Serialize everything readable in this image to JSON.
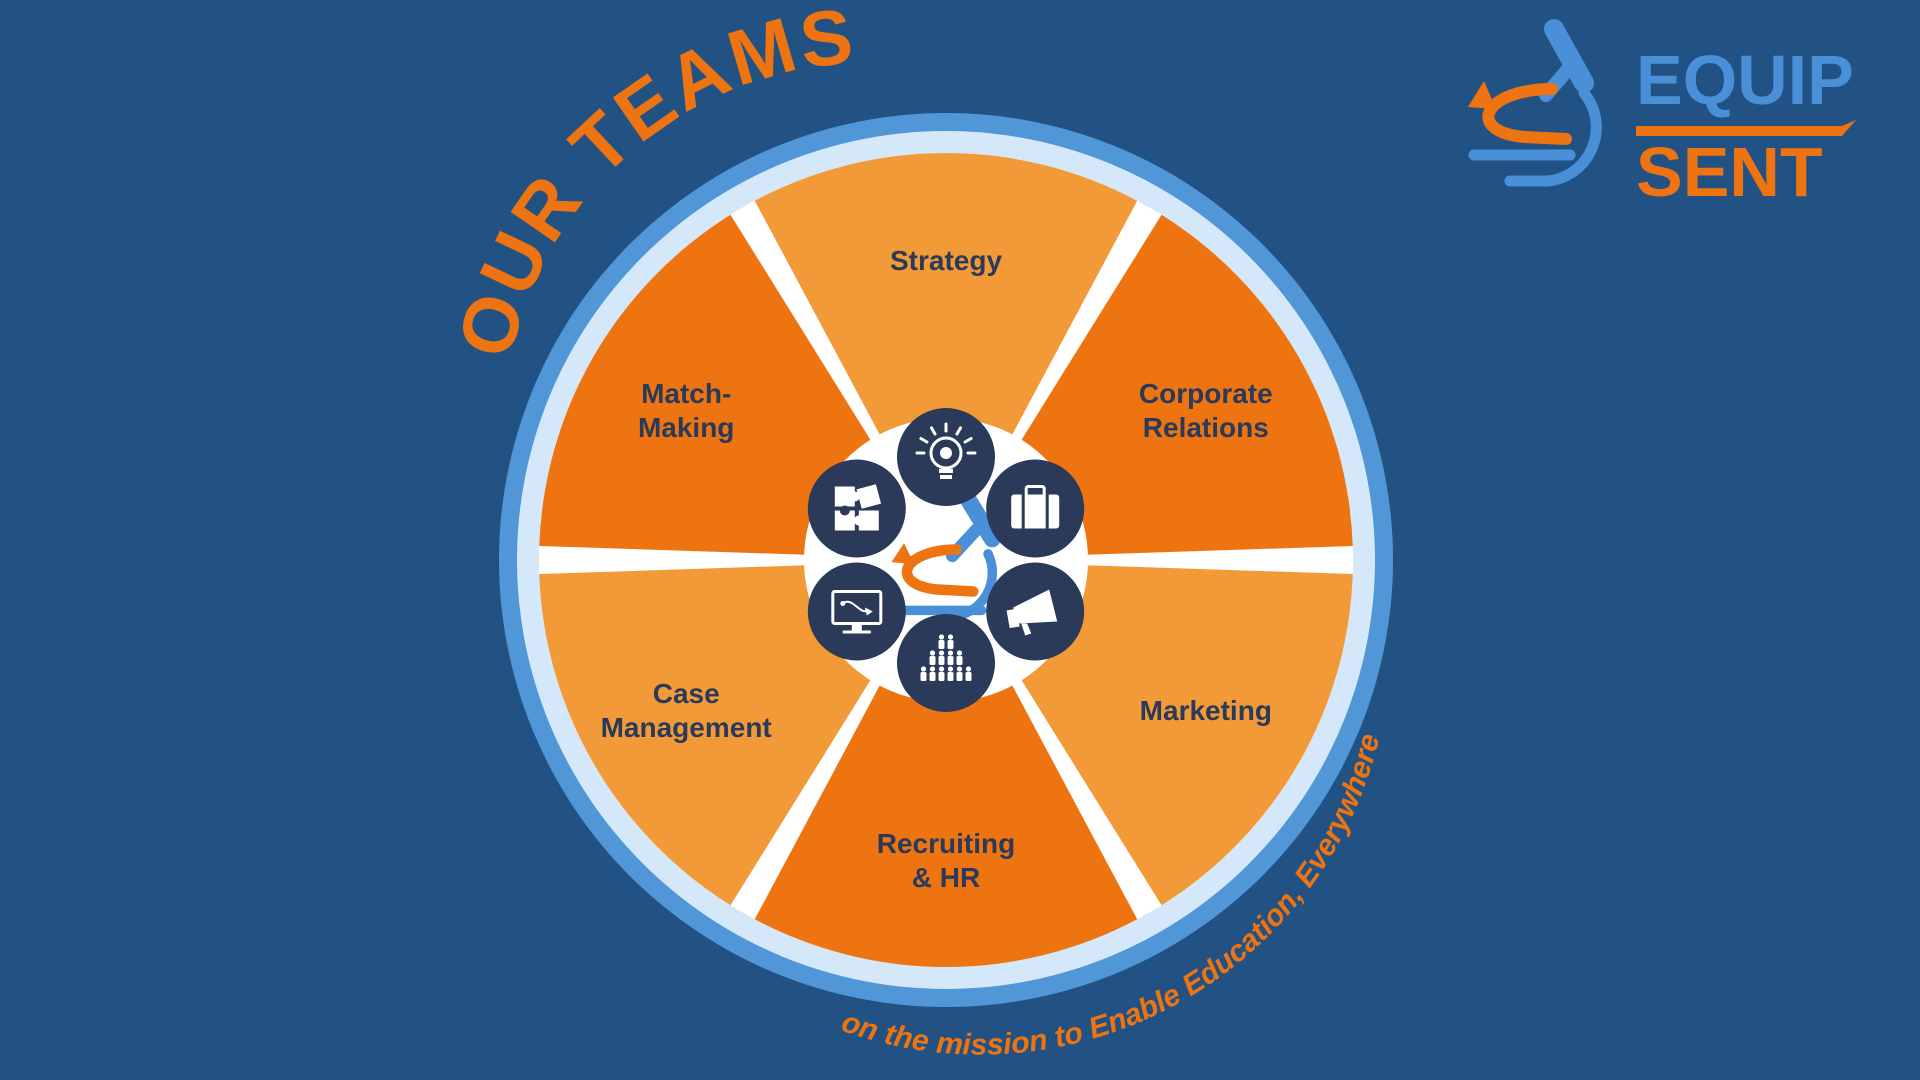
{
  "title": "OUR TEAMS",
  "tagline": "on the mission to Enable Education, Everywhere",
  "logo": {
    "line1": "EQUIP",
    "line2": "SENT",
    "icon": "microscope-icon"
  },
  "center_icon": "microscope-icon",
  "colors": {
    "background": "#225283",
    "orange_dark": "#EE7412",
    "orange_light": "#F29A38",
    "ring_outer": "#5196D6",
    "ring_inner": "#D5E8FA",
    "navy": "#2A3A58",
    "logo_blue": "#4A90D9",
    "logo_orange": "#EE7412"
  },
  "teams": [
    {
      "id": "strategy",
      "lines": [
        "Strategy"
      ],
      "icon": "lightbulb-icon",
      "shade": "light"
    },
    {
      "id": "corporate-relations",
      "lines": [
        "Corporate",
        "Relations"
      ],
      "icon": "briefcase-icon",
      "shade": "dark"
    },
    {
      "id": "marketing",
      "lines": [
        "Marketing"
      ],
      "icon": "megaphone-icon",
      "shade": "light"
    },
    {
      "id": "recruiting-hr",
      "lines": [
        "Recruiting",
        "& HR"
      ],
      "icon": "people-group-icon",
      "shade": "dark"
    },
    {
      "id": "case-management",
      "lines": [
        "Case",
        "Management"
      ],
      "icon": "monitor-icon",
      "shade": "light"
    },
    {
      "id": "match-making",
      "lines": [
        "Match-",
        "Making"
      ],
      "icon": "puzzle-icon",
      "shade": "dark"
    }
  ]
}
